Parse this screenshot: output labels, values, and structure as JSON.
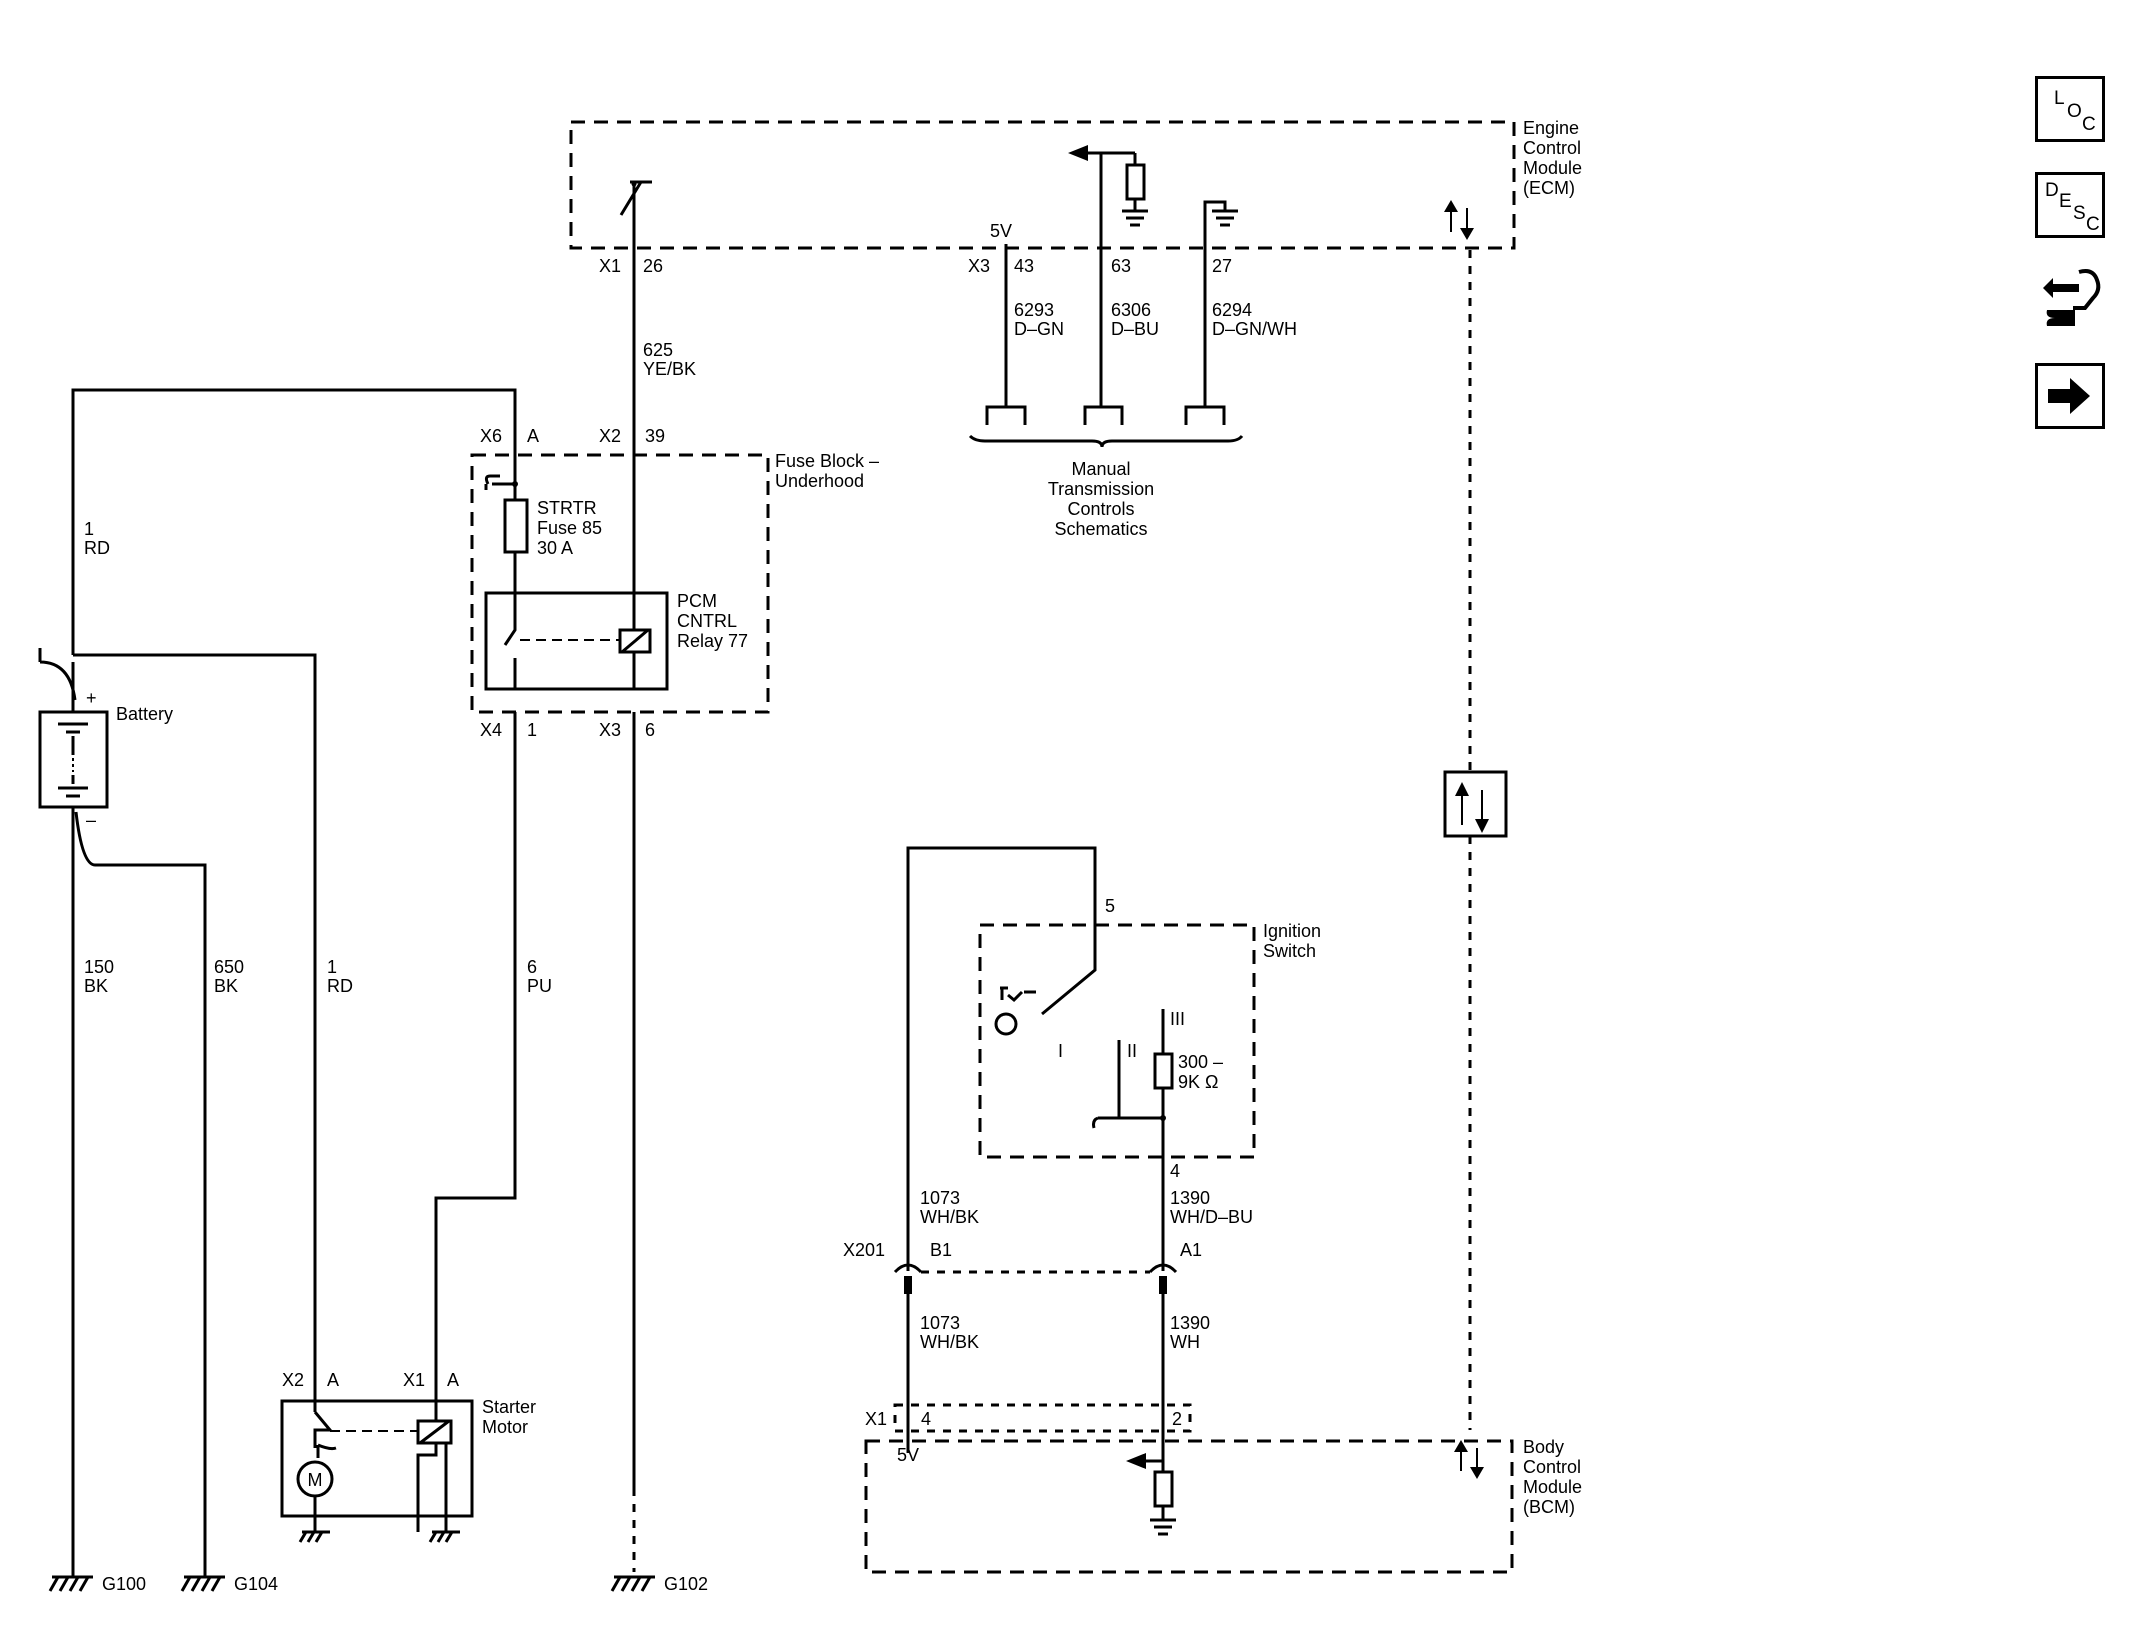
{
  "ecm": {
    "name_lines": [
      "Engine",
      "Control",
      "Module",
      "(ECM)"
    ],
    "voltage": "5V"
  },
  "bcm": {
    "name_lines": [
      "Body",
      "Control",
      "Module",
      "(BCM)"
    ],
    "voltage": "5V"
  },
  "fuse_block": {
    "name_lines": [
      "Fuse Block –",
      "Underhood"
    ]
  },
  "fuse": {
    "label_lines": [
      "STRTR",
      "Fuse 85",
      "30 A"
    ]
  },
  "relay": {
    "label_lines": [
      "PCM",
      "CNTRL",
      "Relay 77"
    ]
  },
  "battery": {
    "label": "Battery",
    "plus": "+",
    "minus": "–"
  },
  "starter": {
    "label_lines": [
      "Starter",
      "Motor"
    ],
    "motor_symbol": "M"
  },
  "ignition": {
    "label_lines": [
      "Ignition",
      "Switch"
    ],
    "positions": [
      "I",
      "II",
      "III"
    ],
    "resistor_lines": [
      "300 –",
      "9K Ω"
    ]
  },
  "manual_trans": {
    "label_lines": [
      "Manual",
      "Transmission",
      "Controls",
      "Schematics"
    ]
  },
  "connectors": {
    "ecm_x1": "X1",
    "ecm_x1_pin": "26",
    "ecm_x3": "X3",
    "ecm_x3_pin43": "43",
    "ecm_x3_pin63": "63",
    "ecm_x3_pin27": "27",
    "fb_x6": "X6",
    "fb_x6_pin": "A",
    "fb_x2": "X2",
    "fb_x2_pin": "39",
    "fb_x4": "X4",
    "fb_x4_pin": "1",
    "fb_x3": "X3",
    "fb_x3_pin": "6",
    "st_x2": "X2",
    "st_x2_pin": "A",
    "st_x1": "X1",
    "st_x1_pin": "A",
    "x201": "X201",
    "x201_b1": "B1",
    "x201_a1": "A1",
    "ign_pin5": "5",
    "ign_pin4": "4",
    "bcm_x1": "X1",
    "bcm_x1_pin4": "4",
    "bcm_x1_pin2": "2"
  },
  "wires": {
    "w625": [
      "625",
      "YE/BK"
    ],
    "w6293": [
      "6293",
      "D–GN"
    ],
    "w6306": [
      "6306",
      "D–BU"
    ],
    "w6294": [
      "6294",
      "D–GN/WH"
    ],
    "w1_batt": [
      "1",
      "RD"
    ],
    "w150": [
      "150",
      "BK"
    ],
    "w650": [
      "650",
      "BK"
    ],
    "w1_starter": [
      "1",
      "RD"
    ],
    "w6": [
      "6",
      "PU"
    ],
    "w1073_top": [
      "1073",
      "WH/BK"
    ],
    "w1390_top": [
      "1390",
      "WH/D–BU"
    ],
    "w1073_bot": [
      "1073",
      "WH/BK"
    ],
    "w1390_bot": [
      "1390",
      "WH"
    ]
  },
  "grounds": {
    "g100": "G100",
    "g104": "G104",
    "g102": "G102"
  },
  "nav": [
    {
      "icon": "loc-icon",
      "letters": [
        "L",
        "O",
        "C"
      ]
    },
    {
      "icon": "desc-icon",
      "letters": [
        "D",
        "E",
        "S",
        "C"
      ]
    },
    {
      "icon": "connector-tool-icon"
    },
    {
      "icon": "next-arrow-icon"
    }
  ]
}
